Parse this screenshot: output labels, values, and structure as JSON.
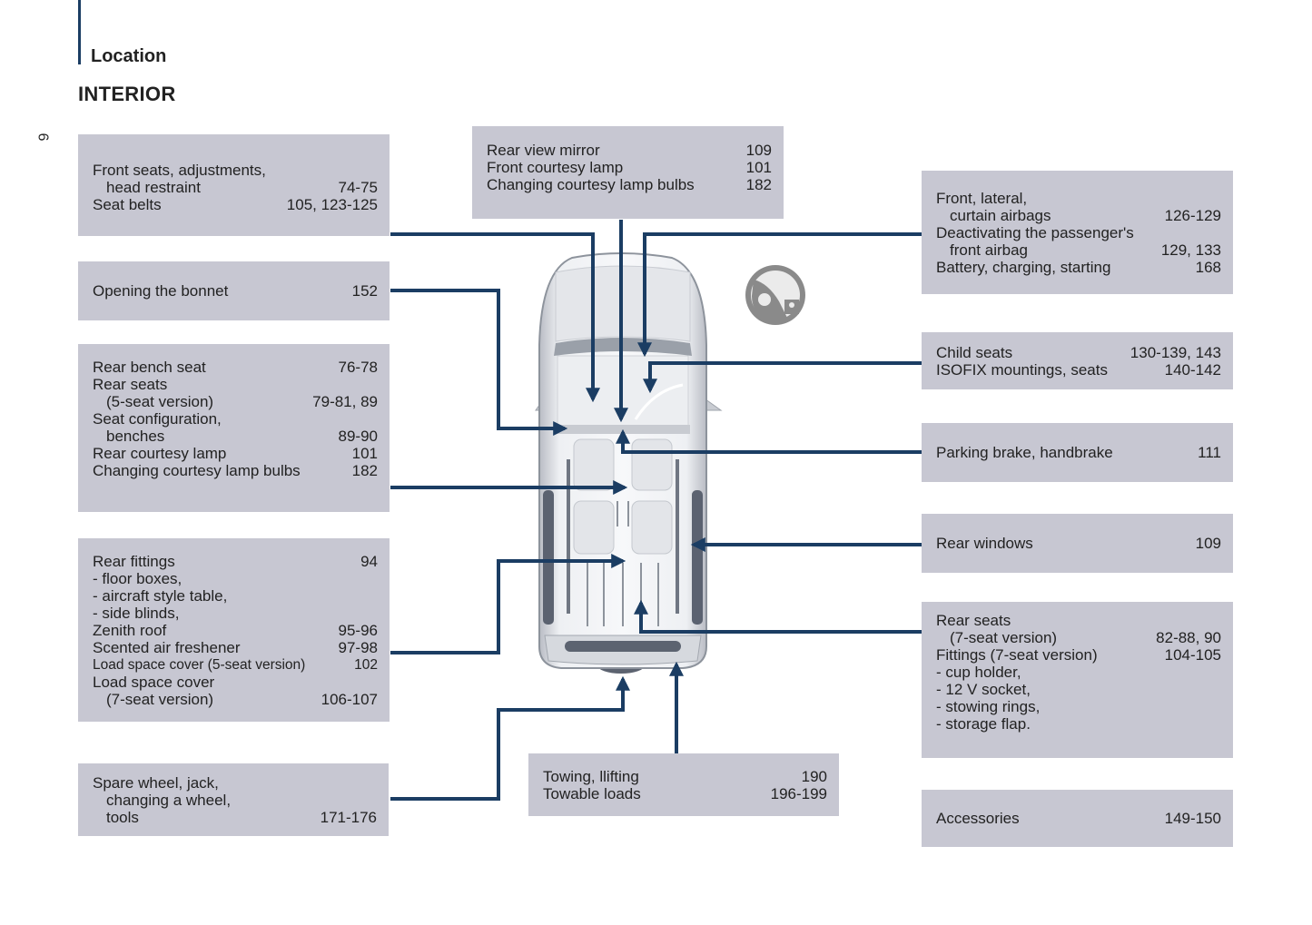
{
  "header": {
    "section": "Location",
    "title": "INTERIOR",
    "page_number": "6"
  },
  "colors": {
    "box_fill": "#c7c7d2",
    "connector": "#1b3d63",
    "text": "#222222"
  },
  "callouts": {
    "front_seats": {
      "rows": [
        {
          "label": "Front seats, adjustments,",
          "page": ""
        },
        {
          "label": "head restraint",
          "page": "74-75",
          "indent": true
        },
        {
          "label": "Seat belts",
          "page": "105, 123-125"
        }
      ]
    },
    "bonnet": {
      "rows": [
        {
          "label": "Opening the bonnet",
          "page": "152"
        }
      ]
    },
    "rear_bench": {
      "rows": [
        {
          "label": "Rear bench seat",
          "page": "76-78"
        },
        {
          "label": "Rear seats",
          "page": ""
        },
        {
          "label": "(5-seat version)",
          "page": "79-81, 89",
          "indent": true
        },
        {
          "label": "Seat configuration,",
          "page": ""
        },
        {
          "label": "benches",
          "page": "89-90",
          "indent": true
        },
        {
          "label": "Rear courtesy lamp",
          "page": "101"
        },
        {
          "label": "Changing courtesy lamp bulbs",
          "page": "182"
        }
      ]
    },
    "rear_fittings": {
      "rows": [
        {
          "label": "Rear fittings",
          "page": "94"
        },
        {
          "label": "-  floor boxes,",
          "page": ""
        },
        {
          "label": "-  aircraft style table,",
          "page": ""
        },
        {
          "label": "-  side blinds,",
          "page": ""
        },
        {
          "label": "Zenith roof",
          "page": "95-96"
        },
        {
          "label": "Scented air freshener",
          "page": "97-98"
        },
        {
          "label": "Load space cover (5-seat version)",
          "page": "102",
          "small": true
        },
        {
          "label": "Load space cover",
          "page": ""
        },
        {
          "label": "(7-seat version)",
          "page": "106-107",
          "indent": true
        }
      ]
    },
    "spare_wheel": {
      "rows": [
        {
          "label": "Spare wheel, jack,",
          "page": ""
        },
        {
          "label": "changing a wheel,",
          "page": "",
          "indent": true
        },
        {
          "label": "tools",
          "page": "171-176",
          "indent": true
        }
      ]
    },
    "mirror": {
      "rows": [
        {
          "label": "Rear view mirror",
          "page": "109"
        },
        {
          "label": "Front courtesy lamp",
          "page": "101"
        },
        {
          "label": "Changing courtesy lamp bulbs",
          "page": "182"
        }
      ]
    },
    "towing": {
      "rows": [
        {
          "label": "Towing, llifting",
          "page": "190"
        },
        {
          "label": "Towable loads",
          "page": "196-199"
        }
      ]
    },
    "airbags": {
      "rows": [
        {
          "label": "Front, lateral,",
          "page": ""
        },
        {
          "label": "curtain airbags",
          "page": "126-129",
          "indent": true
        },
        {
          "label": "Deactivating the passenger's",
          "page": ""
        },
        {
          "label": "front airbag",
          "page": "129, 133",
          "indent": true
        },
        {
          "label": "Battery, charging, starting",
          "page": "168"
        }
      ]
    },
    "child_seats": {
      "rows": [
        {
          "label": "Child seats",
          "page": "130-139, 143"
        },
        {
          "label": "ISOFIX mountings, seats",
          "page": "140-142"
        }
      ]
    },
    "parking_brake": {
      "rows": [
        {
          "label": "Parking brake, handbrake",
          "page": "111"
        }
      ]
    },
    "rear_windows": {
      "rows": [
        {
          "label": "Rear windows",
          "page": "109"
        }
      ]
    },
    "rear_seats_7": {
      "rows": [
        {
          "label": "Rear seats",
          "page": ""
        },
        {
          "label": "(7-seat version)",
          "page": "82-88, 90",
          "indent": true
        },
        {
          "label": "Fittings (7-seat version)",
          "page": "104-105"
        },
        {
          "label": "-  cup holder,",
          "page": ""
        },
        {
          "label": "-  12 V socket,",
          "page": ""
        },
        {
          "label": "-  stowing rings,",
          "page": ""
        },
        {
          "label": "-  storage flap.",
          "page": ""
        }
      ]
    },
    "accessories": {
      "rows": [
        {
          "label": "Accessories",
          "page": "149-150"
        }
      ]
    }
  },
  "icons": {
    "badge": "steering-wheel-child-seat-icon",
    "vehicle": "vehicle-top-view-illustration"
  }
}
